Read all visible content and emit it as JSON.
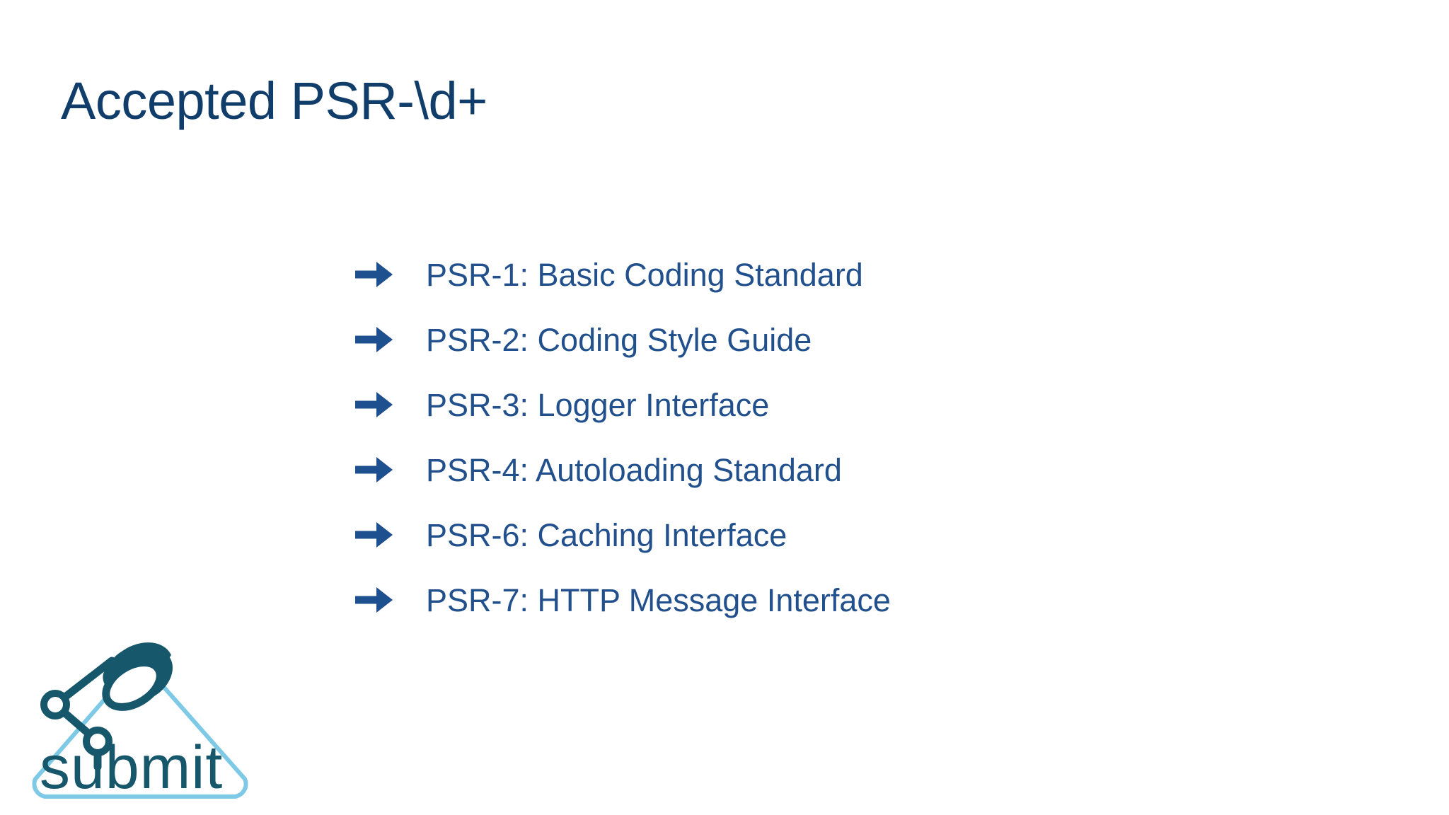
{
  "slide": {
    "background_color": "#ffffff",
    "title": "Accepted PSR-\\d+",
    "title_color": "#113d6b"
  },
  "bullets": {
    "arrow_icon": "right-arrow-icon",
    "arrow_color": "#1e4f8f",
    "text_color": "#21508d",
    "items": [
      {
        "label": "PSR-1: Basic Coding Standard"
      },
      {
        "label": "PSR-2: Coding Style Guide"
      },
      {
        "label": "PSR-3: Logger Interface"
      },
      {
        "label": "PSR-4: Autoloading Standard"
      },
      {
        "label": "PSR-6: Caching Interface"
      },
      {
        "label": "PSR-7: HTTP Message Interface"
      }
    ]
  },
  "logo": {
    "name": "submit-logo",
    "wordmark": "submit",
    "wordmark_color": "#16576b",
    "triangle_color": "#7ec9e6",
    "lamp_color": "#16576b"
  }
}
